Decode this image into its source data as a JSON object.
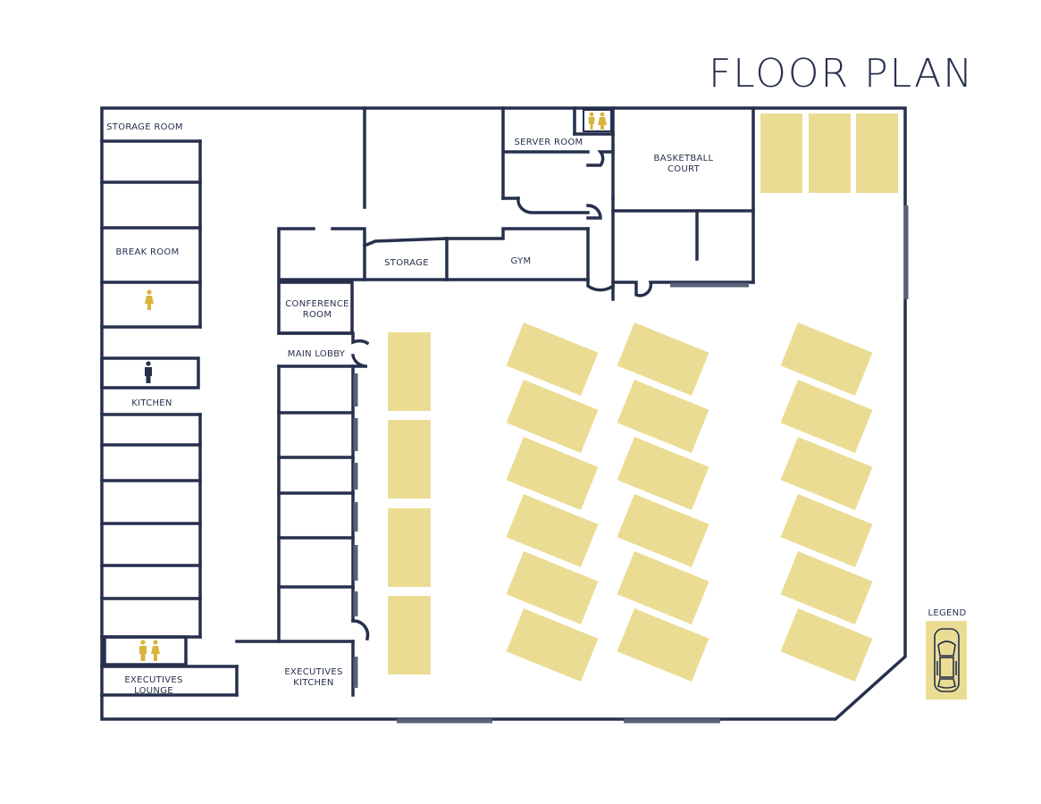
{
  "title": "FLOOR PLAN",
  "rooms": {
    "storage_room": "STORAGE ROOM",
    "break_room": "BREAK ROOM",
    "kitchen": "KITCHEN",
    "executives_lounge_1": "EXECUTIVES",
    "executives_lounge_2": "LOUNGE",
    "server_room": "SERVER ROOM",
    "basketball_court_1": "BASKETBALL",
    "basketball_court_2": "COURT",
    "storage": "STORAGE",
    "gym": "GYM",
    "conference_room_1": "CONFERENCE",
    "conference_room_2": "ROOM",
    "main_lobby": "MAIN LOBBY",
    "executives_kitchen_1": "EXECUTIVES",
    "executives_kitchen_2": "KITCHEN"
  },
  "legend": {
    "label": "LEGEND",
    "icon": "car-icon"
  },
  "colors": {
    "walls": "#26304d",
    "parking_slot": "#ebdc94",
    "restroom_icon": "#d9b43c",
    "window": "#5b6078"
  }
}
